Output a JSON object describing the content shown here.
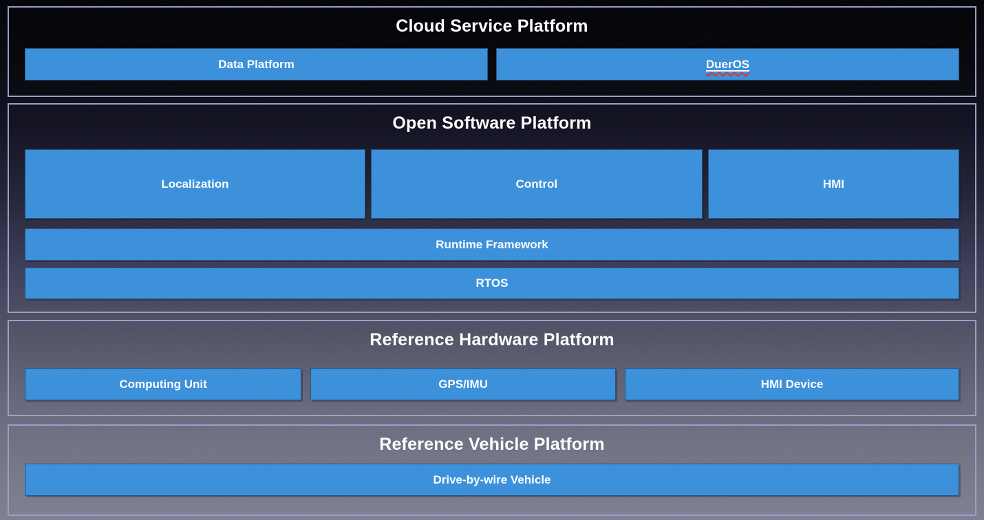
{
  "colors": {
    "block_fill": "#3990db",
    "section_border": "#93a2c8",
    "title_text": "#ffffff",
    "block_text": "#ffffff",
    "spellcheck_underline": "#dd2f22",
    "background_top": "#010107",
    "background_bottom": "#7e8092"
  },
  "sections": [
    {
      "title": "Cloud Service Platform",
      "boxes": [
        {
          "label": "Data Platform"
        },
        {
          "label": "DuerOS",
          "spellcheck_underline": true
        }
      ]
    },
    {
      "title": "Open Software Platform",
      "boxes": [
        {
          "label": "Localization"
        },
        {
          "label": "Control"
        },
        {
          "label": "HMI"
        }
      ],
      "bars": [
        {
          "label": "Runtime Framework"
        },
        {
          "label": "RTOS"
        }
      ]
    },
    {
      "title": "Reference Hardware Platform",
      "boxes": [
        {
          "label": "Computing Unit"
        },
        {
          "label": "GPS/IMU"
        },
        {
          "label": "HMI Device"
        }
      ]
    },
    {
      "title": "Reference Vehicle Platform",
      "bars": [
        {
          "label": "Drive-by-wire Vehicle"
        }
      ]
    }
  ]
}
